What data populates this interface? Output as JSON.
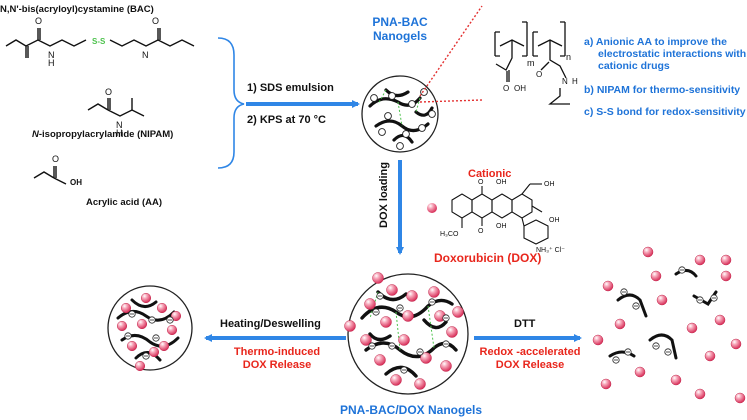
{
  "colors": {
    "accent_blue": "#1e73d8",
    "arrow_blue": "#2f86e6",
    "red_text": "#e8261c",
    "sphere_pink": "#e84d72",
    "ss_green": "#4cc24c",
    "bracket_blue": "#2f86e6",
    "dotted_red": "#e33030"
  },
  "reagents": {
    "bac_label": "N,N'-bis(acryloyl)cystamine (BAC)",
    "bac_ss": "S-S",
    "nipam_label_italic": "N",
    "nipam_label_rest": "-isopropylacrylamide (NIPAM)",
    "aa_label": "Acrylic acid (AA)"
  },
  "synthesis": {
    "step1": "1) SDS emulsion",
    "step2": "2) KPS at 70 °C"
  },
  "nanogel": {
    "title_line1": "PNA-BAC",
    "title_line2": "Nanogels",
    "polymer_m": "m",
    "polymer_n": "n",
    "polymer_oh": "OH",
    "polymer_nh": "H"
  },
  "features": {
    "a_line1": "a)  Anionic AA to improve the",
    "a_line2": "electrostatic interactions with",
    "a_line3": "cationic drugs",
    "b": "b)  NIPAM for thermo-sensitivity",
    "c": "c)  S-S bond for redox-sensitivity"
  },
  "loading": {
    "label": "DOX loading",
    "cationic": "Cationic",
    "dox_name": "Doxorubicin (DOX)",
    "dox_oh1": "OH",
    "dox_oh2": "OH",
    "dox_oh3": "OH",
    "dox_oh4": "OH",
    "dox_methoxy": "H₃CO",
    "dox_amine": "NH₃⁺ Cl⁻"
  },
  "release": {
    "loaded_title": "PNA-BAC/DOX Nanogels",
    "heating_label": "Heating/Deswelling",
    "thermo_line1": "Thermo-induced",
    "thermo_line2": "DOX Release",
    "dtt_label": "DTT",
    "redox_line1": "Redox -accelerated",
    "redox_line2": "DOX Release"
  }
}
